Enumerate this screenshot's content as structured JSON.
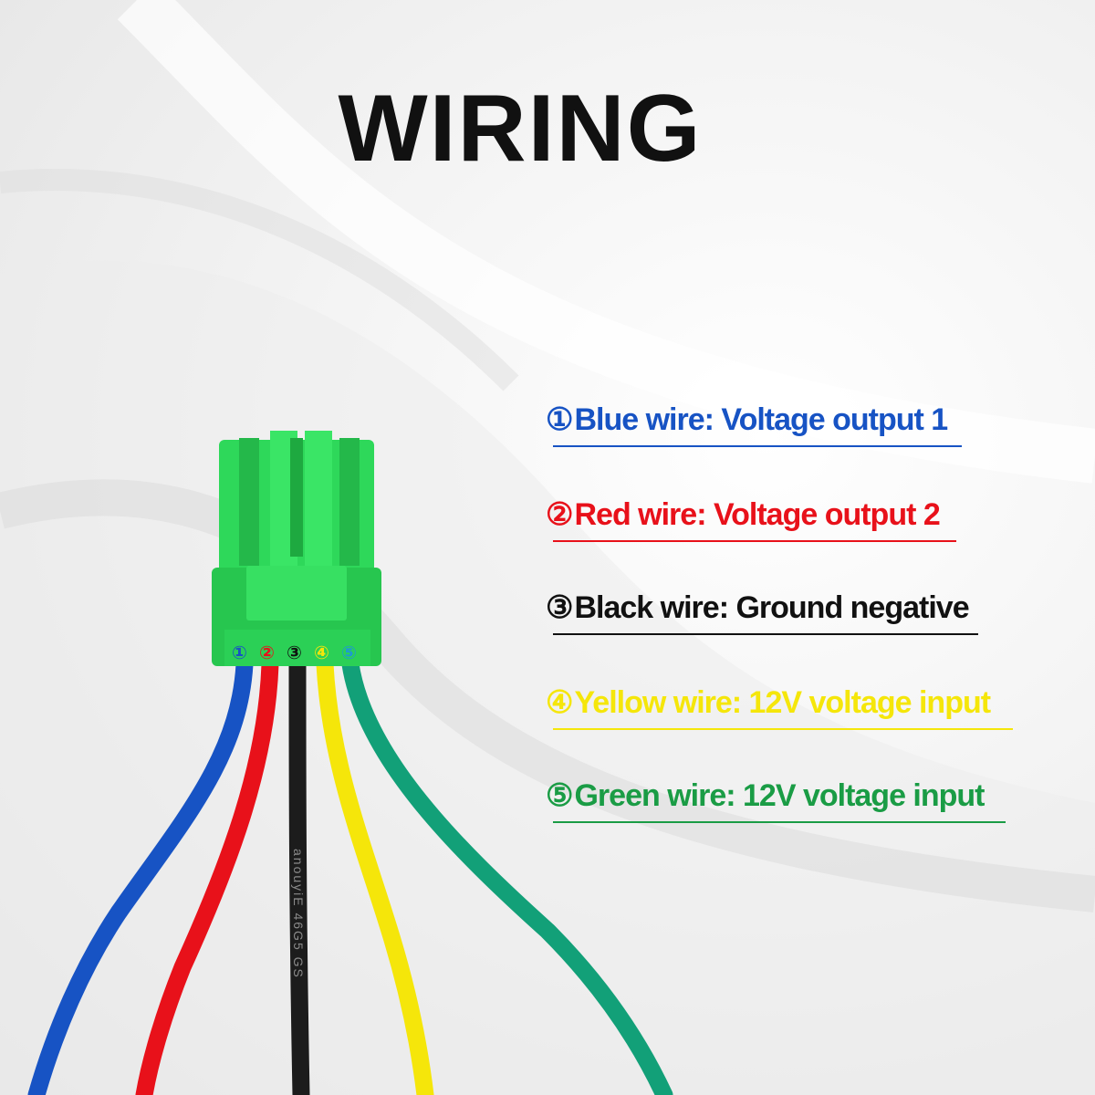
{
  "title": "WIRING",
  "colors": {
    "blue": "#1753c4",
    "red": "#e8111a",
    "black": "#111111",
    "yellow": "#f5e60a",
    "green": "#1a9c45",
    "connector": "#2ed85a",
    "wire_green": "#12a078"
  },
  "connector_pins": [
    "①",
    "②",
    "③",
    "④",
    "⑤"
  ],
  "legend": [
    {
      "num": "①",
      "label": "Blue wire: Voltage output 1",
      "color": "#1753c4"
    },
    {
      "num": "②",
      "label": "Red wire: Voltage output 2",
      "color": "#e8111a"
    },
    {
      "num": "③",
      "label": "Black wire: Ground negative",
      "color": "#111111"
    },
    {
      "num": "④",
      "label": "Yellow wire: 12V voltage input",
      "color": "#f5e60a"
    },
    {
      "num": "⑤",
      "label": "Green wire: 12V voltage input",
      "color": "#1a9c45"
    }
  ],
  "wire_print": "anouyiE 46G5 GS"
}
